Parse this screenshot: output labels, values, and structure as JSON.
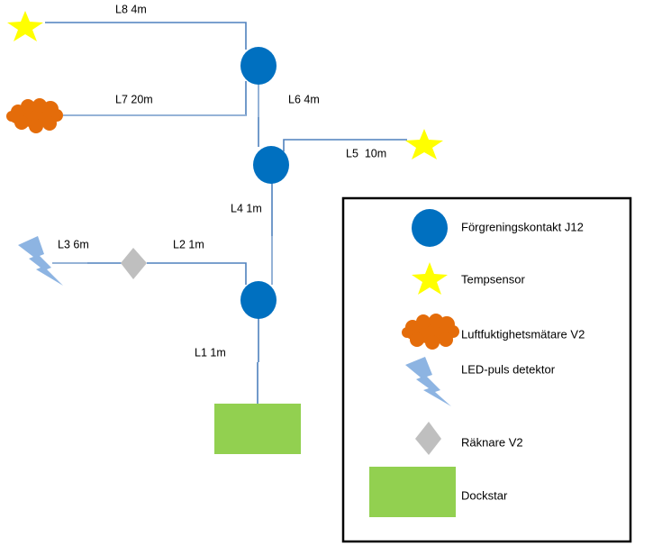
{
  "colors": {
    "connector": "#0070C0",
    "tempsensor": "#FFFF00",
    "humidity": "#E46C0A",
    "led_detector": "#8DB4E2",
    "counter": "#BFBFBF",
    "dockstar": "#92D050",
    "wire": "#4F81BD"
  },
  "diagram": {
    "cables": [
      {
        "id": "L1",
        "label": "L1 1m"
      },
      {
        "id": "L2",
        "label": "L2 1m"
      },
      {
        "id": "L3",
        "label": "L3 6m"
      },
      {
        "id": "L4",
        "label": "L4 1m"
      },
      {
        "id": "L5",
        "label": "L5  10m"
      },
      {
        "id": "L6",
        "label": "L6 4m"
      },
      {
        "id": "L7",
        "label": "L7 20m"
      },
      {
        "id": "L8",
        "label": "L8 4m"
      }
    ]
  },
  "legend": {
    "items": [
      {
        "symbol": "connector-circle",
        "label": "Förgreningskontakt J12"
      },
      {
        "symbol": "star",
        "label": "Tempsensor"
      },
      {
        "symbol": "cloud",
        "label": "Luftfuktighetsmätare V2"
      },
      {
        "symbol": "lightning",
        "label": "LED-puls detektor"
      },
      {
        "symbol": "diamond",
        "label": "Räknare V2"
      },
      {
        "symbol": "rectangle",
        "label": "Dockstar"
      }
    ]
  }
}
